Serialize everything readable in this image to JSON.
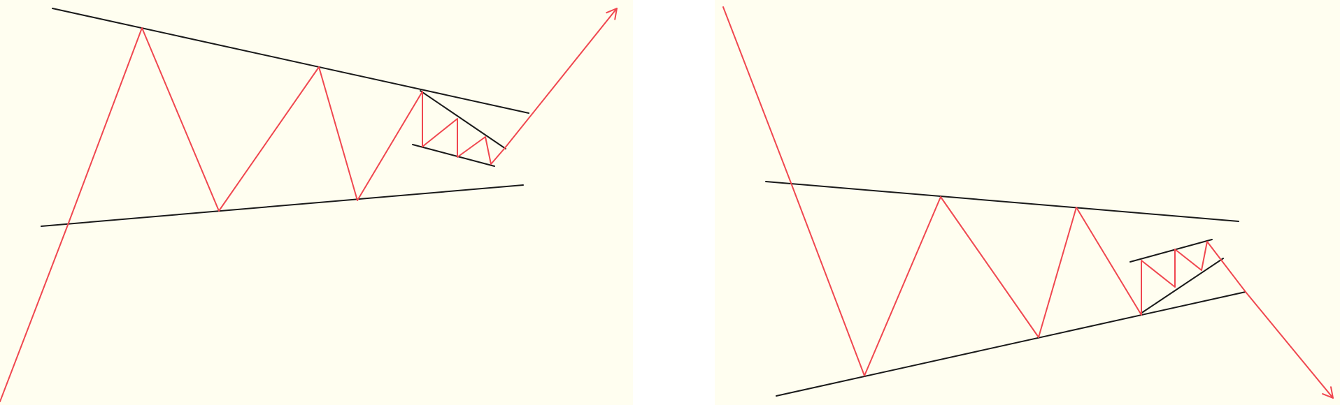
{
  "colors": {
    "panel_background": "#fffef0",
    "page_background": "#ffffff",
    "price_path": "#f0474f",
    "trend_line": "#1a1a1a"
  },
  "panels": [
    {
      "name": "left-pattern",
      "breakout_direction": "up",
      "price_path_vertices": 12,
      "trend_lines": 4
    },
    {
      "name": "right-pattern",
      "breakout_direction": "down",
      "price_path_vertices": 12,
      "trend_lines": 4
    }
  ]
}
